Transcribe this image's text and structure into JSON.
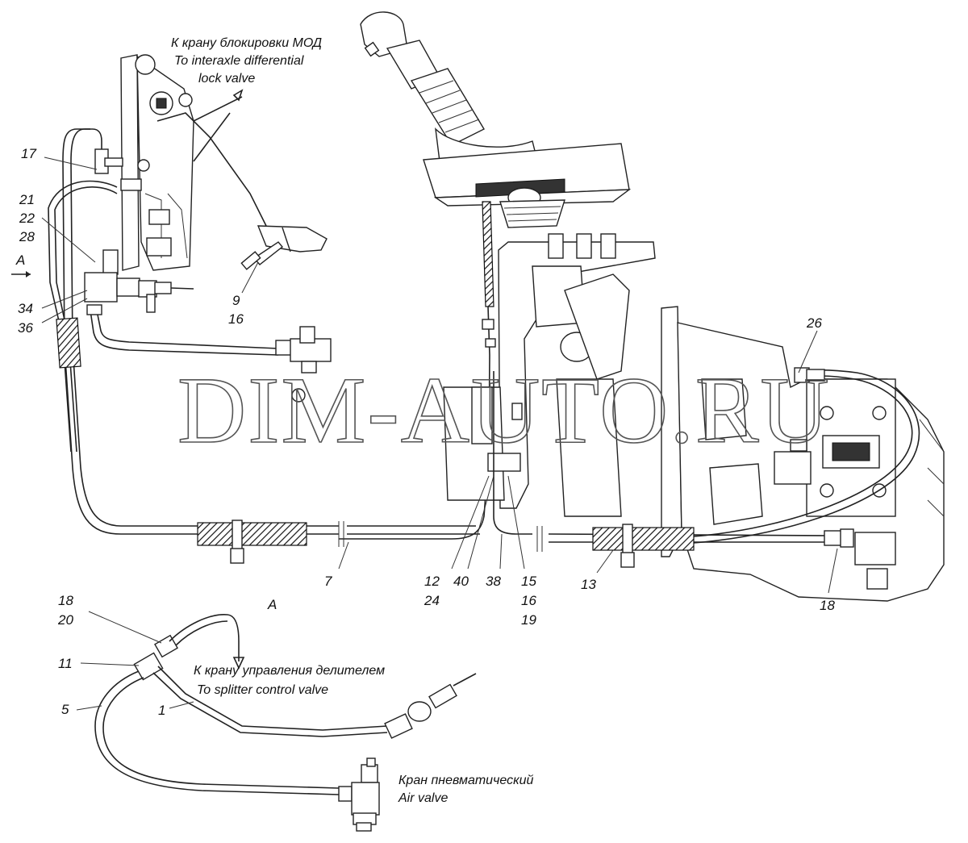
{
  "callouts": {
    "c17": "17",
    "c21": "21",
    "c22": "22",
    "c28": "28",
    "cA_arrow": "A",
    "c34": "34",
    "c36": "36",
    "c9": "9",
    "c16a": "16",
    "c26": "26",
    "c7": "7",
    "c12": "12",
    "c24": "24",
    "c40": "40",
    "c38": "38",
    "c15": "15",
    "c16b": "16",
    "c19": "19",
    "c13": "13",
    "c18a": "18",
    "view_A": "A",
    "c18b": "18",
    "c20": "20",
    "c11": "11",
    "c5": "5",
    "c1": "1"
  },
  "captions": {
    "mod_ru": "К крану блокировки МОД",
    "mod_en1": "To interaxle differential",
    "mod_en2": "lock valve",
    "splitter_ru": "К крану управления делителем",
    "splitter_en": "To splitter control valve",
    "air_ru": "Кран пневматический",
    "air_en": "Air valve"
  },
  "watermark": "DIM-AUTO.RU"
}
